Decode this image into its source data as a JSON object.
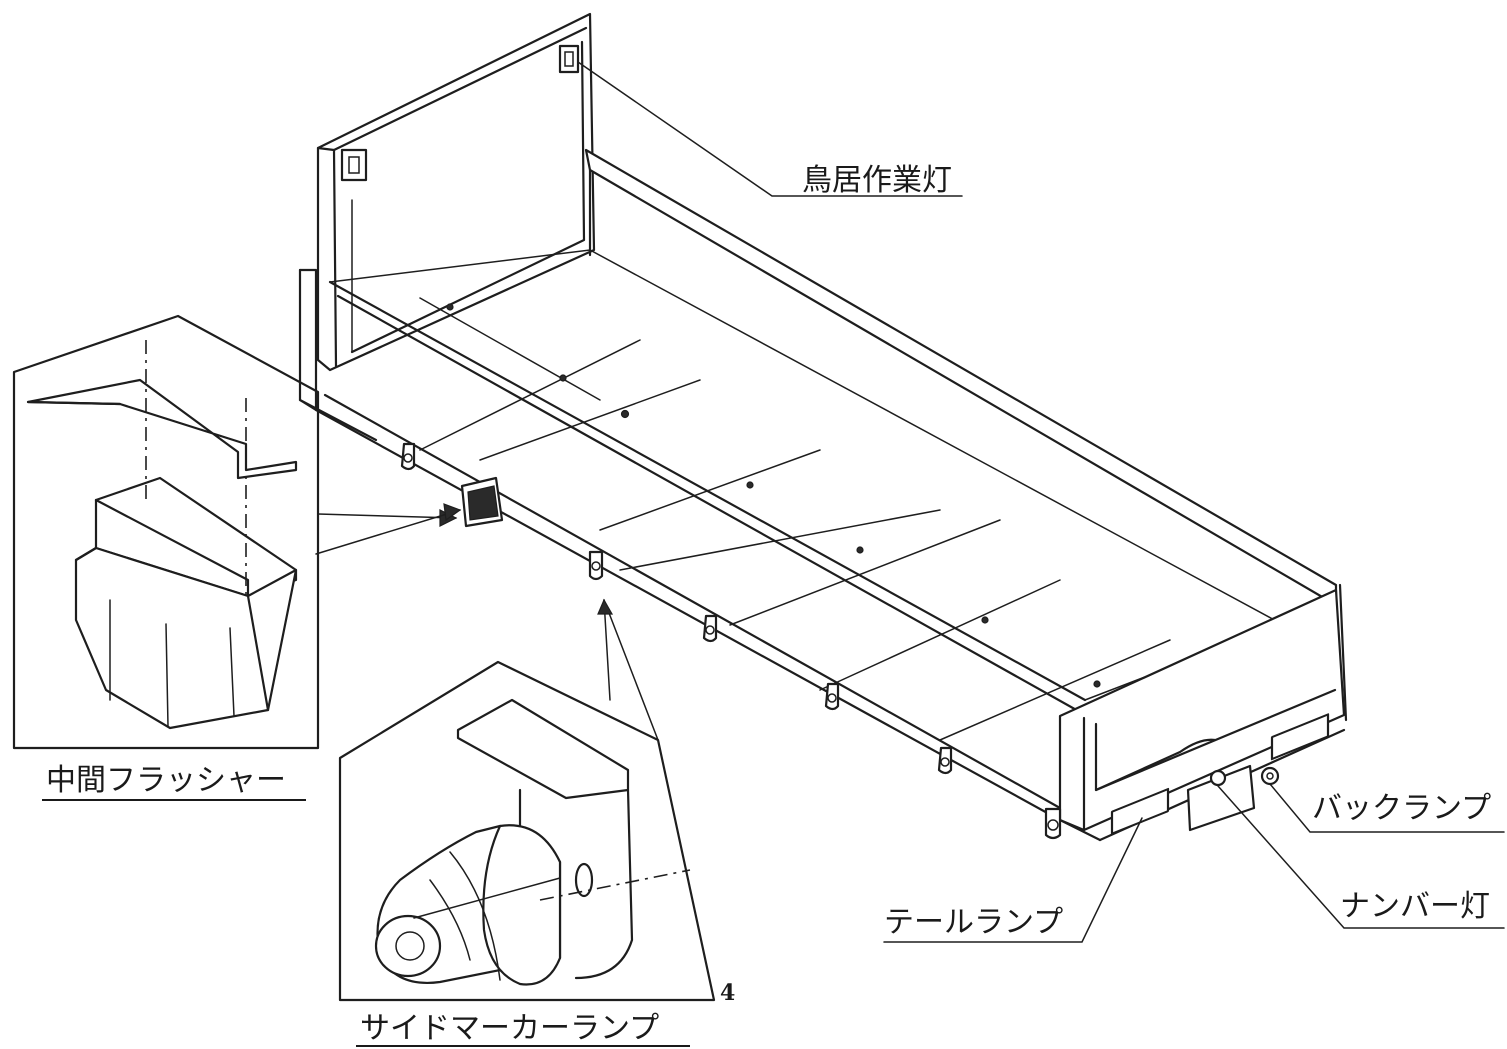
{
  "labels": {
    "torii_work_light": "鳥居作業灯",
    "middle_flasher": "中間フラッシャー",
    "side_marker_lamp": "サイドマーカーランプ",
    "back_lamp": "バックランプ",
    "number_light": "ナンバー灯",
    "tail_lamp": "テールランプ"
  },
  "page_number": "4",
  "colors": {
    "ink": "#1e1e1e",
    "paper": "#ffffff"
  }
}
